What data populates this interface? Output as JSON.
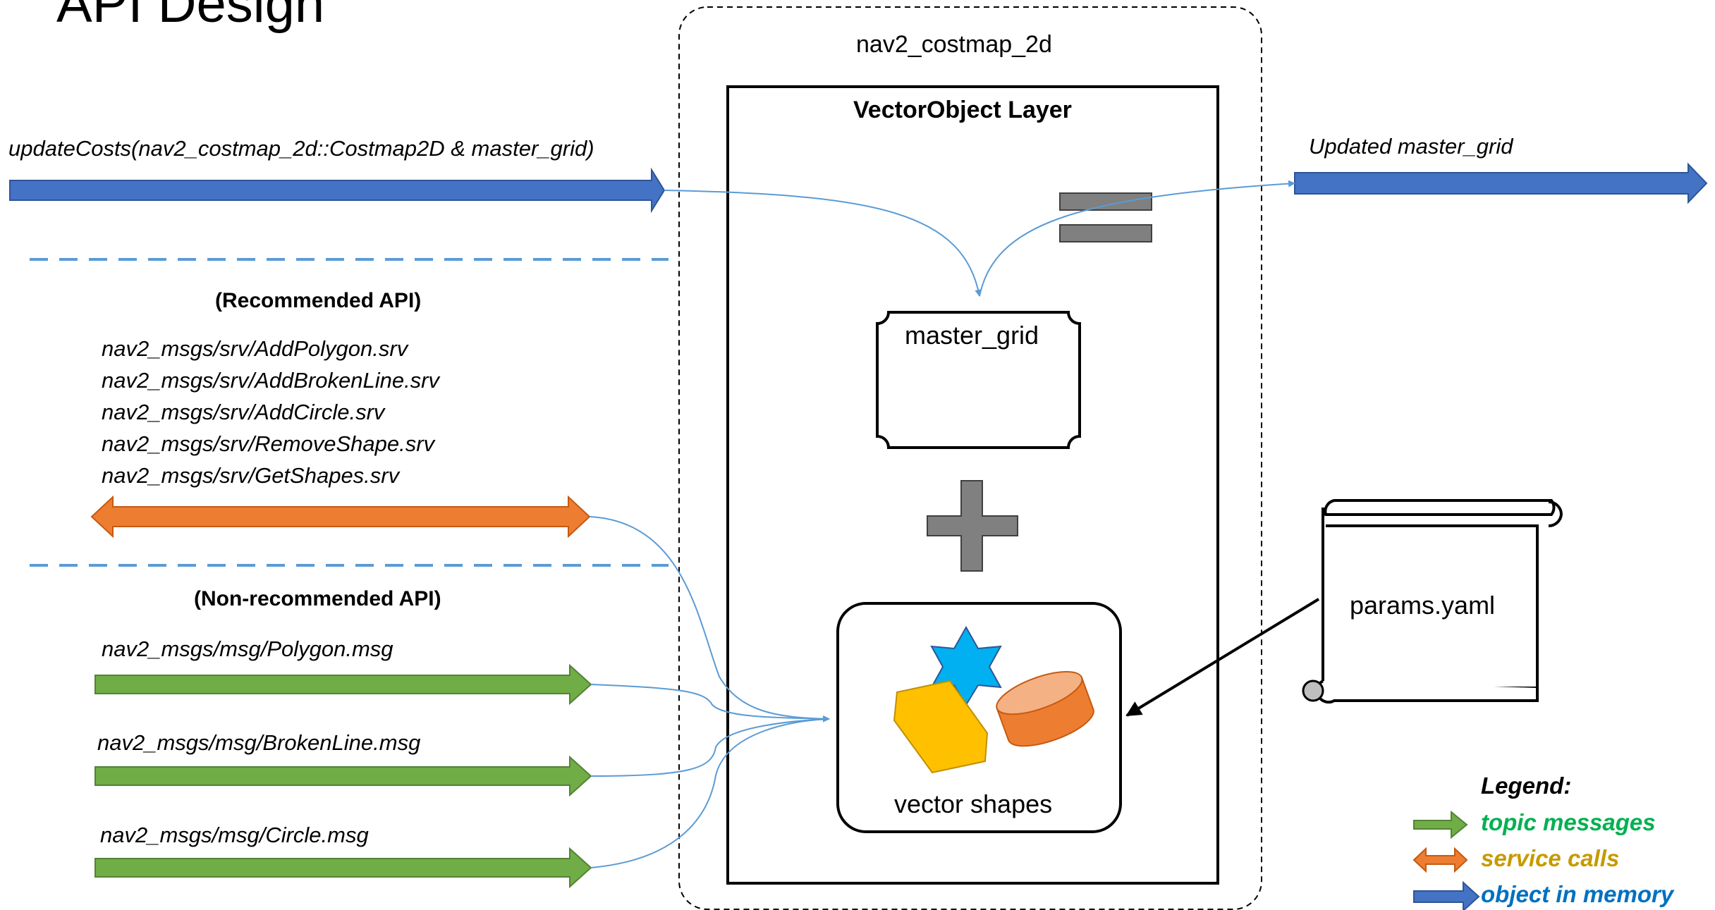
{
  "title": "API Design",
  "container_label": "nav2_costmap_2d",
  "layer": {
    "title": "VectorObject Layer",
    "master_grid_label": "master_grid",
    "vector_shapes_label": "vector shapes"
  },
  "input": {
    "update_costs_label": "updateCosts(nav2_costmap_2d::Costmap2D & master_grid)",
    "output_label": "Updated master_grid"
  },
  "recommended_api": {
    "heading": "(Recommended API)",
    "services": [
      "nav2_msgs/srv/AddPolygon.srv",
      "nav2_msgs/srv/AddBrokenLine.srv",
      "nav2_msgs/srv/AddCircle.srv",
      "nav2_msgs/srv/RemoveShape.srv",
      "nav2_msgs/srv/GetShapes.srv"
    ]
  },
  "non_recommended_api": {
    "heading": "(Non-recommended API)",
    "topics": [
      "nav2_msgs/msg/Polygon.msg",
      "nav2_msgs/msg/BrokenLine.msg",
      "nav2_msgs/msg/Circle.msg"
    ]
  },
  "params_label": "params.yaml",
  "legend": {
    "title": "Legend:",
    "items": [
      {
        "label": "topic messages",
        "color": "#00b050",
        "arrow_color": "#70ad47"
      },
      {
        "label": "service calls",
        "color": "#c79a00",
        "arrow_color": "#ed7d31"
      },
      {
        "label": "object in memory",
        "color": "#0070c0",
        "arrow_color": "#4472c4"
      }
    ]
  },
  "colors": {
    "blue_arrow": "#4472c4",
    "orange_arrow": "#ed7d31",
    "green_arrow": "#70ad47",
    "connector": "#5b9bd5",
    "dashed_divider": "#5b9bd5",
    "operator_gray": "#808080",
    "star": "#00b0f0",
    "hexagon": "#ffc000",
    "cylinder": "#ed7d31"
  }
}
